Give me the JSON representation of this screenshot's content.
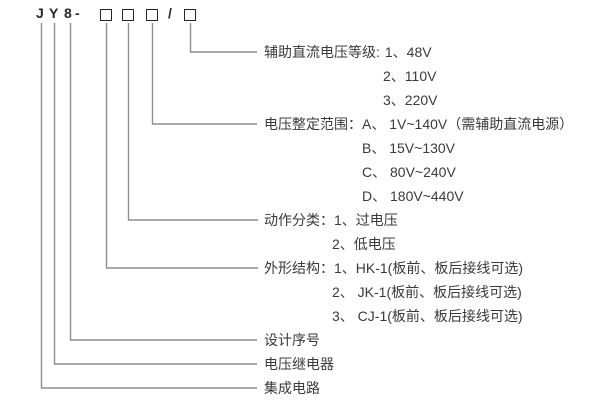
{
  "header": {
    "letters": [
      "J",
      "Y",
      "8"
    ],
    "dash": "-",
    "slash": "/"
  },
  "colors": {
    "text": "#3a3a3a",
    "code_text": "#26262e",
    "line": "#8f8f8f",
    "bg": "#ffffff"
  },
  "sections": [
    {
      "name": "aux-dc-voltage-level",
      "label": "辅助直流电压等级:",
      "options": [
        "1、48V",
        "2、110V",
        "3、220V"
      ]
    },
    {
      "name": "voltage-setting-range",
      "label": "电压整定范围：",
      "options": [
        "A、 1V~140V（需辅助直流电源）",
        "B、 15V~130V",
        "C、 80V~240V",
        "D、 180V~440V"
      ]
    },
    {
      "name": "action-classification",
      "label": "动作分类：",
      "options": [
        "1、过电压",
        "2、低电压"
      ]
    },
    {
      "name": "outline-structure",
      "label": "外形结构：",
      "options": [
        "1、HK-1(板前、板后接线可选)",
        "2、 JK-1(板前、板后接线可选)",
        "3、 CJ-1(板前、板后接线可选)"
      ]
    },
    {
      "name": "design-serial-number",
      "label": "设计序号",
      "options": []
    },
    {
      "name": "voltage-relay",
      "label": "电压继电器",
      "options": []
    },
    {
      "name": "integrated-circuit",
      "label": "集成电路",
      "options": []
    }
  ]
}
